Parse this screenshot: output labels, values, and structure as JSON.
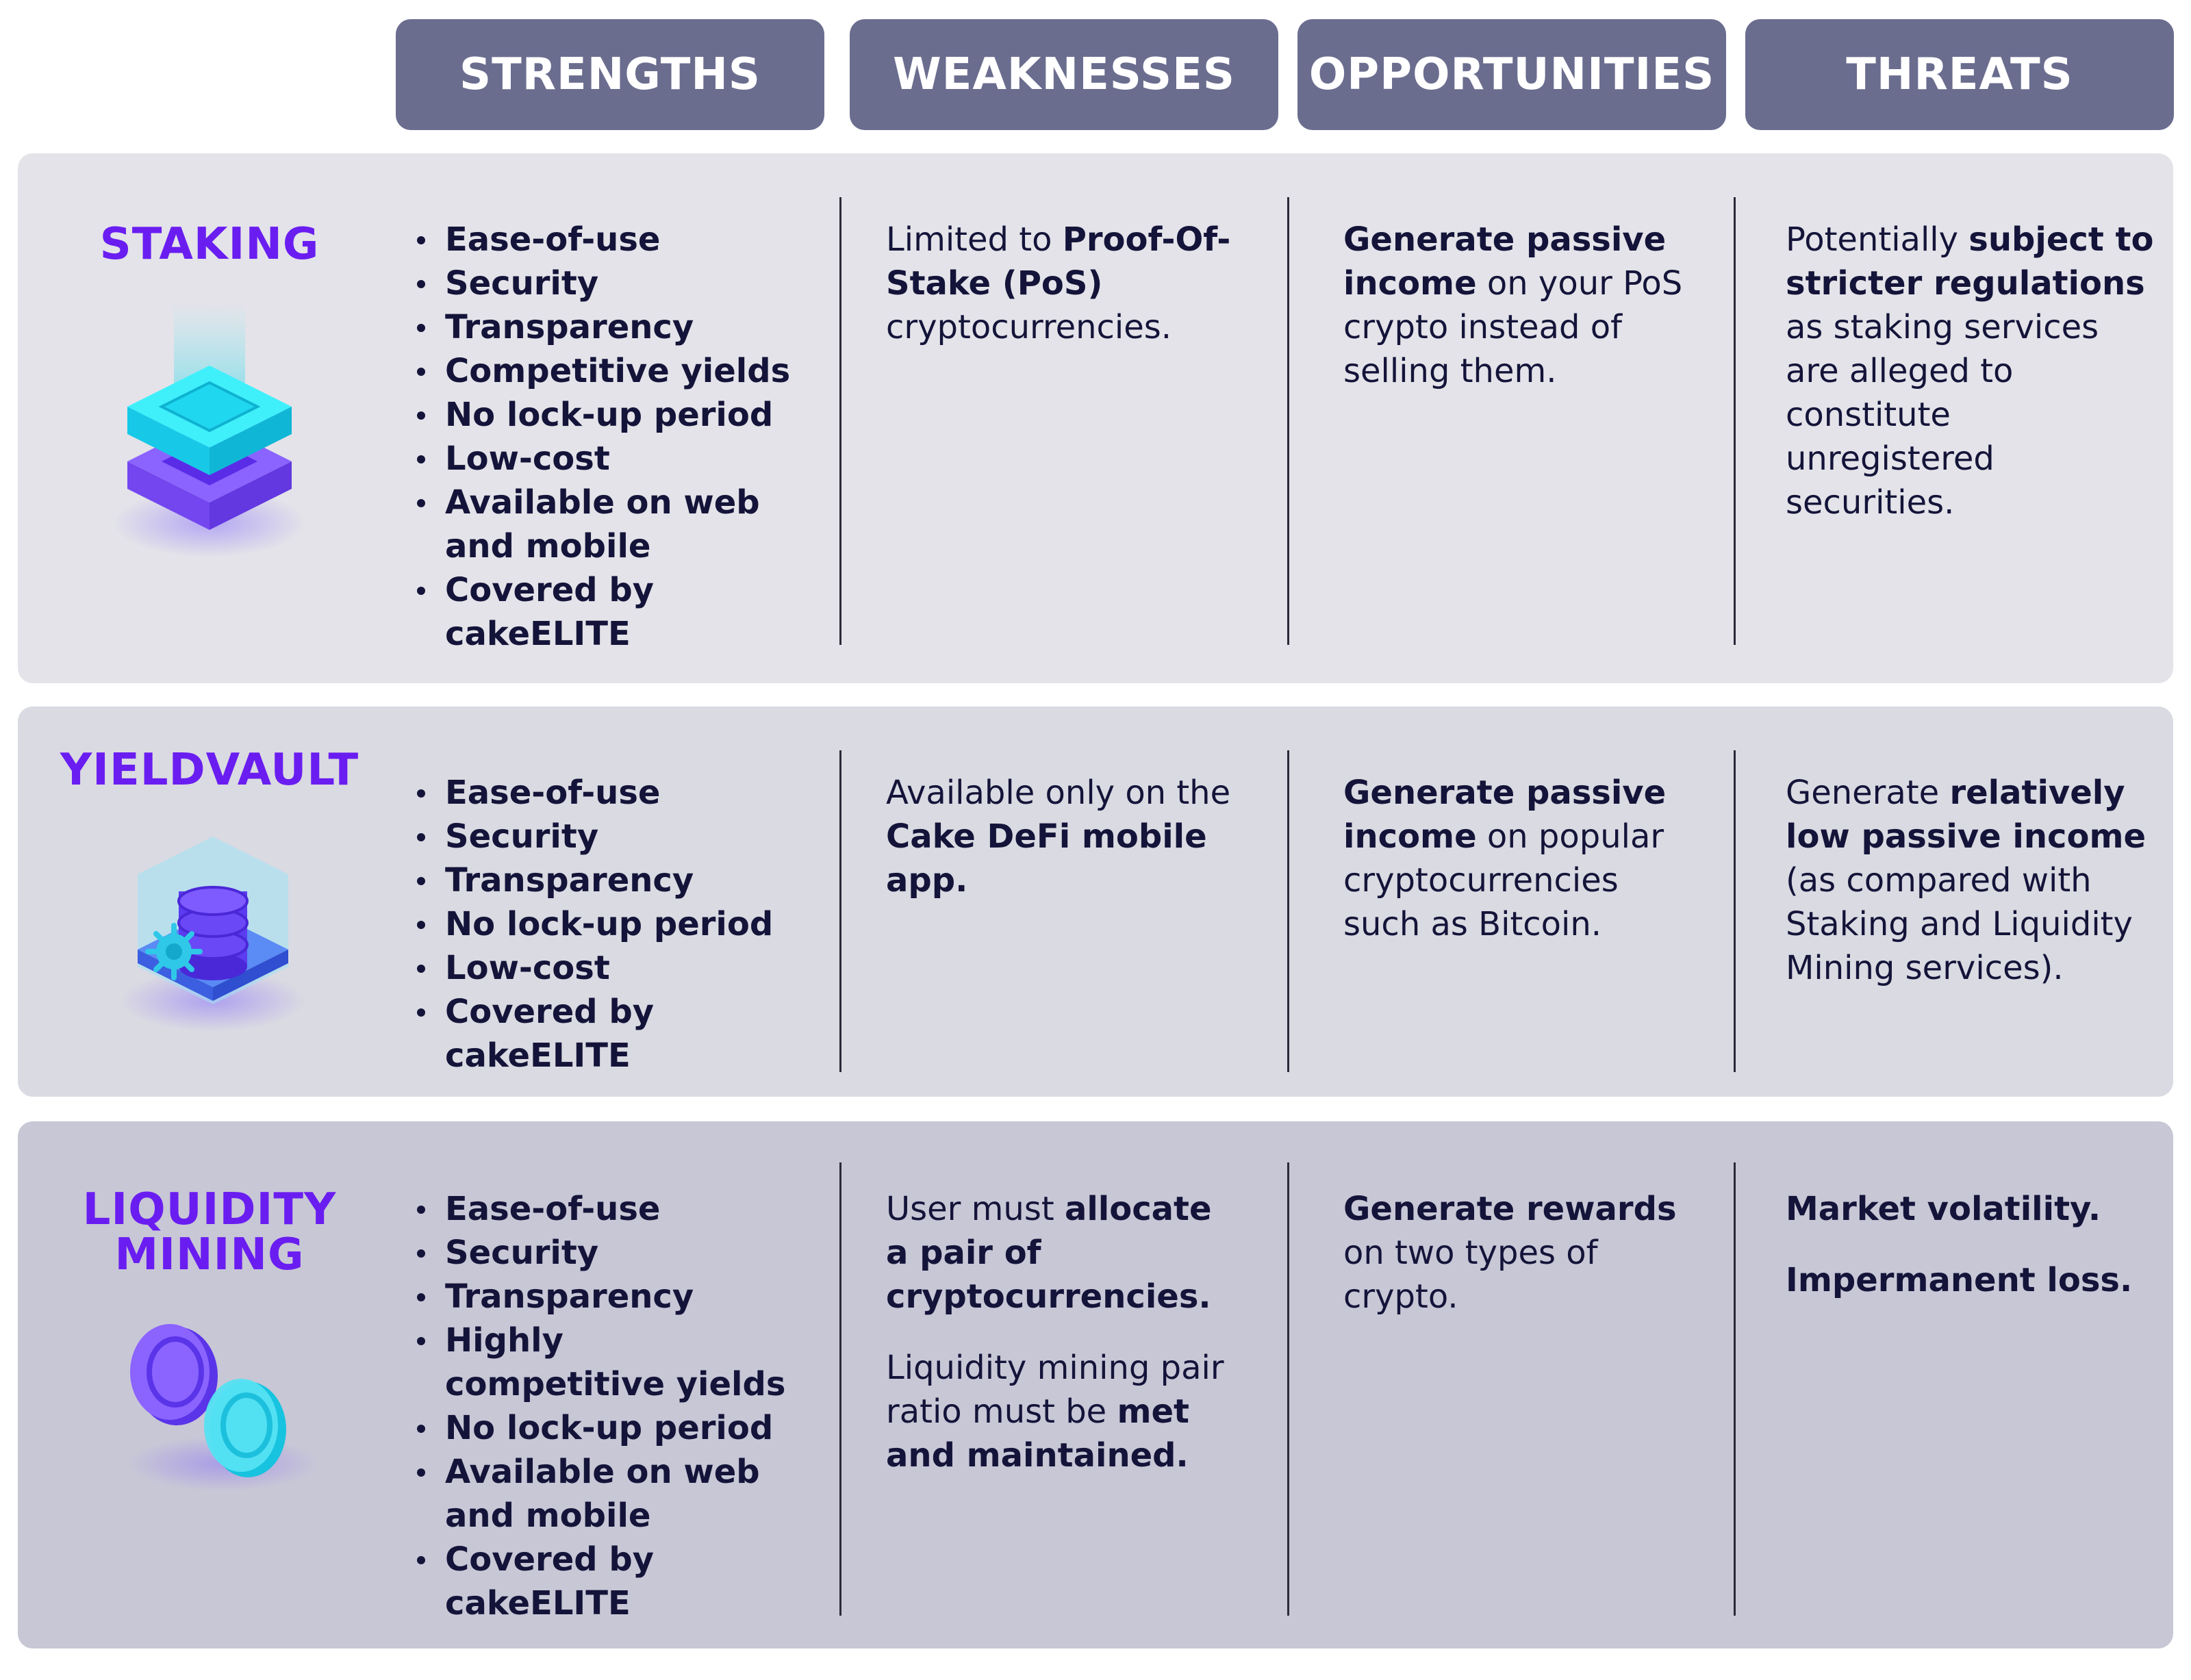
{
  "headers": {
    "strengths": "STRENGTHS",
    "weaknesses": "WEAKNESSES",
    "opportunities": "OPPORTUNITIES",
    "threats": "THREATS"
  },
  "colors": {
    "header_bg": "#6b6d8f",
    "title_purple": "#6a1df0",
    "row_staking_bg": "#e3e3e9",
    "row_yieldvault_bg": "#dadae2",
    "row_liquidity_bg": "#c8c7d6"
  },
  "rows": {
    "staking": {
      "title": "STAKING",
      "icon": "stacked-layers-icon",
      "strengths": [
        "Ease-of-use",
        "Security",
        "Transparency",
        "Competitive yields",
        "No lock-up period",
        "Low-cost",
        "Available on web and mobile",
        "Covered by cakeELITE"
      ],
      "weaknesses": {
        "t1": "Limited to ",
        "b1": "Proof-Of-Stake (PoS)",
        "t2": " cryptocurrencies."
      },
      "opportunities": {
        "b1": "Generate passive income",
        "t1": " on your PoS crypto instead of selling them."
      },
      "threats": {
        "t1": "Potentially ",
        "b1": "subject to stricter regulations",
        "t2": " as staking services are alleged to constitute unregistered securities."
      }
    },
    "yieldvault": {
      "title": "YIELDVAULT",
      "icon": "coin-stack-vault-icon",
      "strengths": [
        "Ease-of-use",
        "Security",
        "Transparency",
        "No lock-up period",
        "Low-cost",
        "Covered by cakeELITE"
      ],
      "weaknesses": {
        "t1": "Available only on the ",
        "b1": "Cake DeFi mobile app."
      },
      "opportunities": {
        "b1": "Generate passive income",
        "t1": " on popular cryptocurrencies such as Bitcoin."
      },
      "threats": {
        "t1": "Generate ",
        "b1": "relatively low passive income",
        "t2": " (as compared with Staking and Liquidity Mining services)."
      }
    },
    "liquidity": {
      "title_line1": "LIQUIDITY",
      "title_line2": "MINING",
      "icon": "coin-pair-icon",
      "strengths": [
        "Ease-of-use",
        "Security",
        "Transparency",
        "Highly competitive yields",
        "No lock-up period",
        "Available on web and mobile",
        "Covered by cakeELITE"
      ],
      "weaknesses": {
        "p1_t1": "User must ",
        "p1_b1": "allocate a pair of cryptocurrencies.",
        "p2_t1": "Liquidity mining pair ratio must be ",
        "p2_b1": "met and maintained."
      },
      "opportunities": {
        "b1": "Generate rewards",
        "t1": " on two types of crypto."
      },
      "threats": {
        "p1_b1": "Market volatility.",
        "p2_b1": "Impermanent loss."
      }
    }
  }
}
